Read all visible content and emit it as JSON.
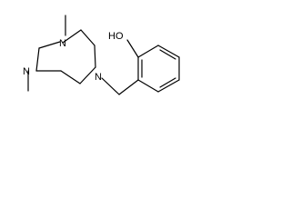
{
  "molecule": {
    "atom_labels": {
      "hydroxyl": "HO",
      "amine_top": "N",
      "amine_left": "N",
      "amine_right": "N"
    }
  }
}
